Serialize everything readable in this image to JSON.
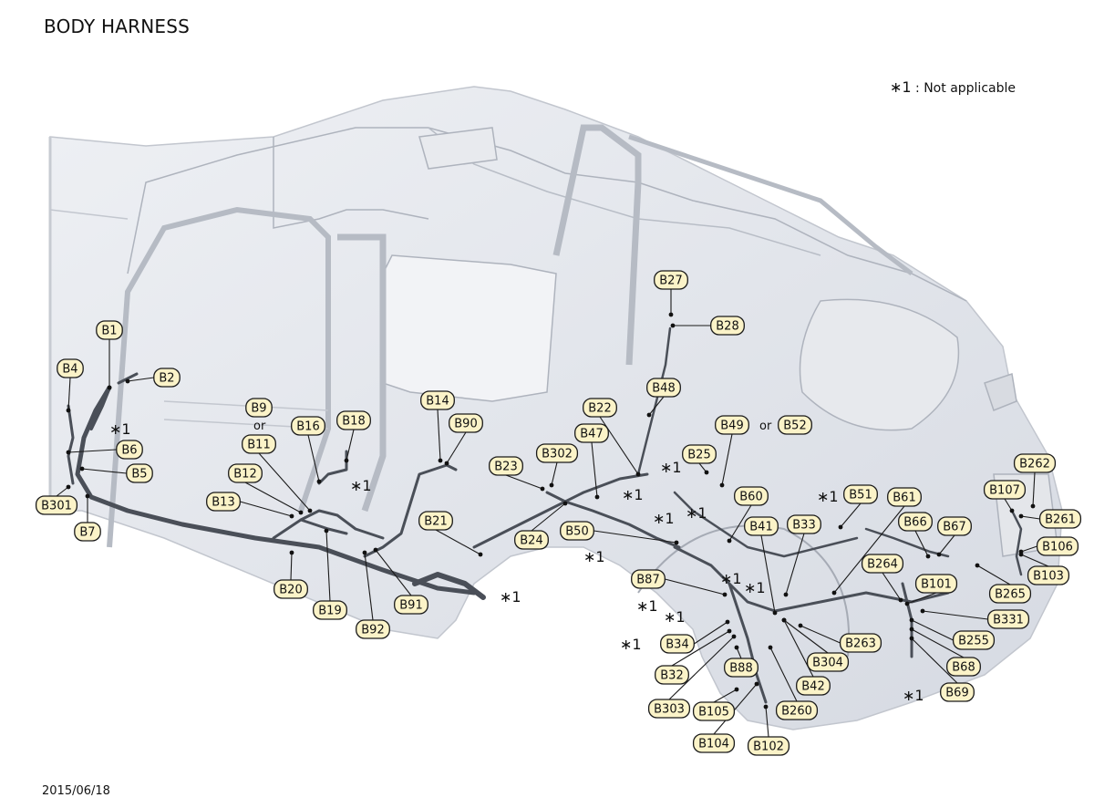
{
  "title": "BODY HARNESS",
  "note": {
    "symbol": "∗1",
    "text": ": Not applicable"
  },
  "date": "2015/06/18",
  "or_word": "or",
  "asterisk_label": "∗1",
  "connectors": [
    "B1",
    "B2",
    "B4",
    "B5",
    "B6",
    "B7",
    "B9",
    "B11",
    "B12",
    "B13",
    "B14",
    "B16",
    "B18",
    "B19",
    "B20",
    "B21",
    "B22",
    "B23",
    "B24",
    "B25",
    "B27",
    "B28",
    "B32",
    "B33",
    "B34",
    "B41",
    "B42",
    "B47",
    "B48",
    "B49",
    "B50",
    "B51",
    "B52",
    "B60",
    "B61",
    "B66",
    "B67",
    "B68",
    "B69",
    "B87",
    "B88",
    "B90",
    "B91",
    "B92",
    "B101",
    "B102",
    "B103",
    "B104",
    "B105",
    "B106",
    "B107",
    "B255",
    "B260",
    "B261",
    "B262",
    "B263",
    "B264",
    "B265",
    "B301",
    "B302",
    "B303",
    "B304",
    "B331"
  ]
}
